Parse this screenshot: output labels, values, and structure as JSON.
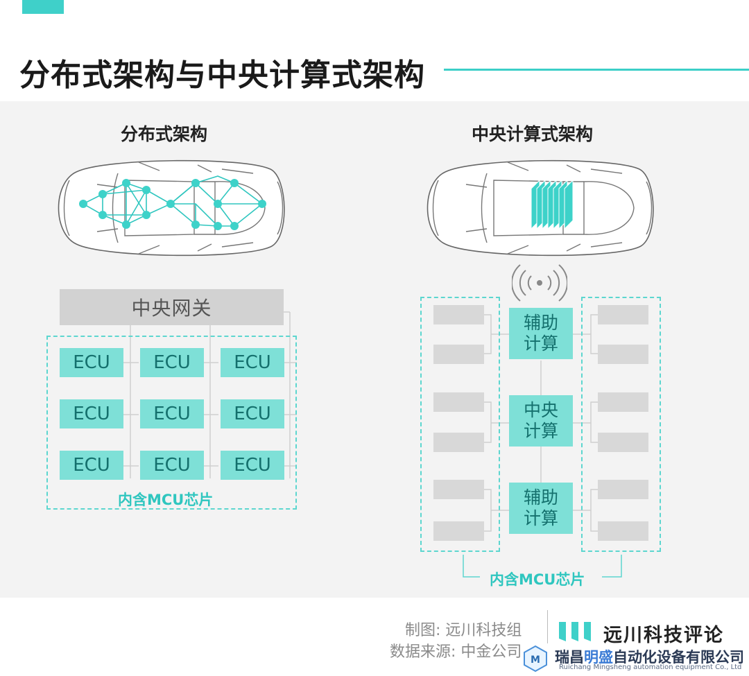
{
  "page": {
    "title": "分布式架构与中央计算式架构"
  },
  "left": {
    "title": "分布式架构",
    "gateway": "中央网关",
    "ecus": [
      "ECU",
      "ECU",
      "ECU",
      "ECU",
      "ECU",
      "ECU",
      "ECU",
      "ECU",
      "ECU"
    ],
    "mcu_label": "内含MCU芯片"
  },
  "right": {
    "title": "中央计算式架构",
    "compute": [
      "辅助计算",
      "中央计算",
      "辅助计算"
    ],
    "mcu_label": "内含MCU芯片"
  },
  "footer": {
    "made_by": "制图: 远川科技组",
    "source": "数据来源: 中金公司",
    "brand": "远川科技评论"
  },
  "watermark": {
    "name_pre": "瑞昌",
    "name_hl": "明盛",
    "name_post": "自动化设备有限公司",
    "sub": "Ruichang Mingsheng automation equipment Co., Ltd"
  },
  "colors": {
    "accent": "#3fd0c9",
    "box_fill": "#7ee0d7",
    "box_text": "#14706d",
    "gray_box": "#d8d8d8",
    "panel_bg": "#f3f3f3"
  }
}
